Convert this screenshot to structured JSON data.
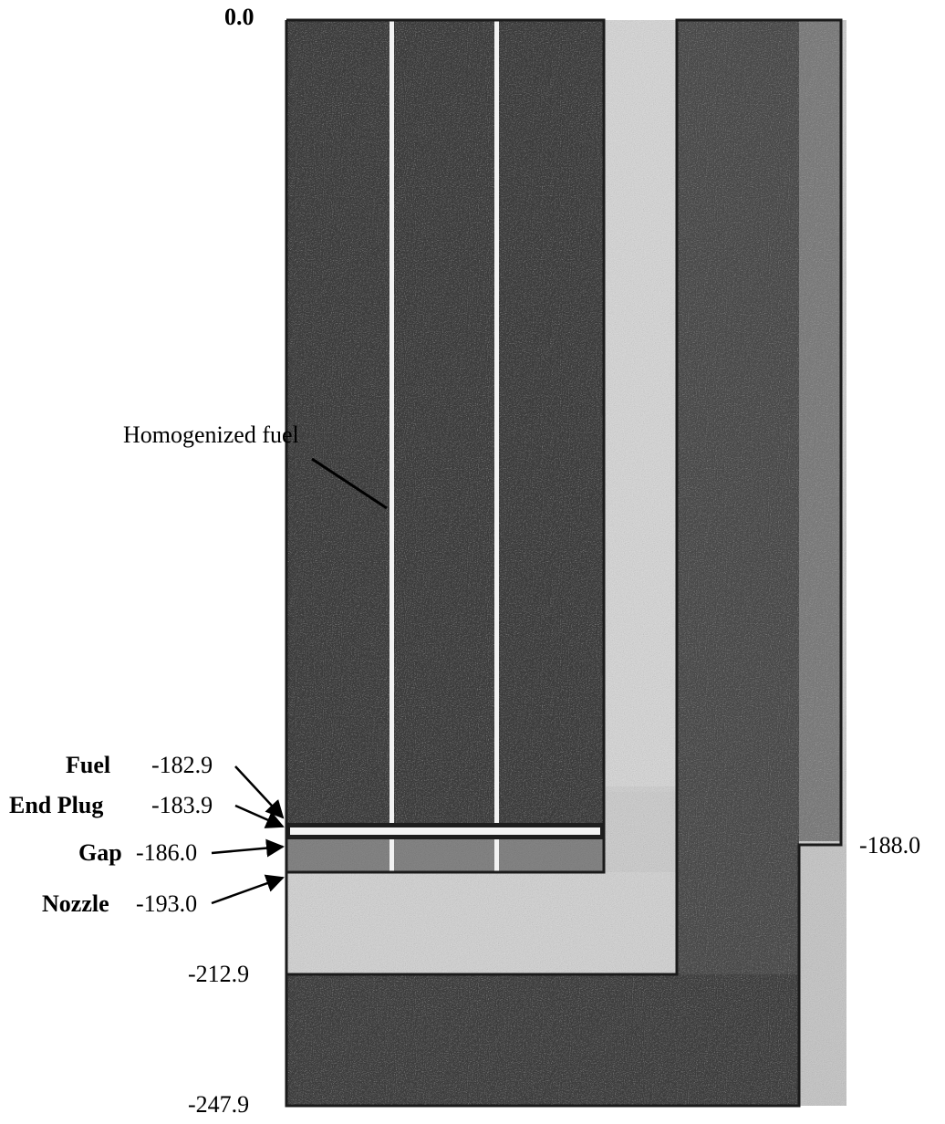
{
  "colors": {
    "dark_material": "#3a3a3a",
    "medium_material": "#6a6a6a",
    "light_material": "#d6d6d6",
    "end_plug": "#e8e8e8",
    "outline": "#1a1a1a",
    "label_text": "#000000"
  },
  "labels": {
    "top": "0.0",
    "homogenized_fuel": "Homogenized fuel",
    "right_step": "-188.0",
    "level_212": "-212.9",
    "bottom": "-247.9"
  },
  "callouts": [
    {
      "name": "Fuel",
      "value": "-182.9"
    },
    {
      "name": "End Plug",
      "value": "-183.9"
    },
    {
      "name": "Gap",
      "value": "-186.0"
    },
    {
      "name": "Nozzle",
      "value": "-193.0"
    }
  ]
}
